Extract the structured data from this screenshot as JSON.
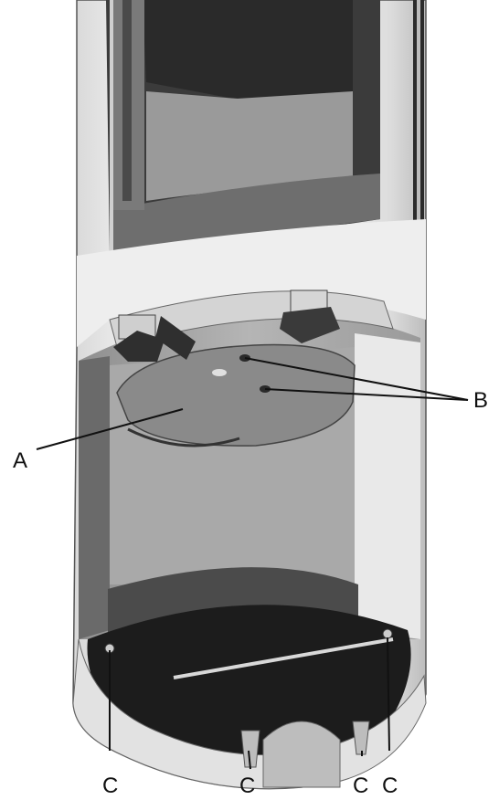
{
  "labels": {
    "A": "A",
    "B": "B",
    "C": "C"
  },
  "colors": {
    "outer_shell": "#e6e6e6",
    "shell_shadow": "#c9c9c9",
    "interior_dark": "#3d3d3d",
    "plate": "#8c8c8c",
    "base_dark": "#1a1a1a",
    "ink": "#111111"
  }
}
